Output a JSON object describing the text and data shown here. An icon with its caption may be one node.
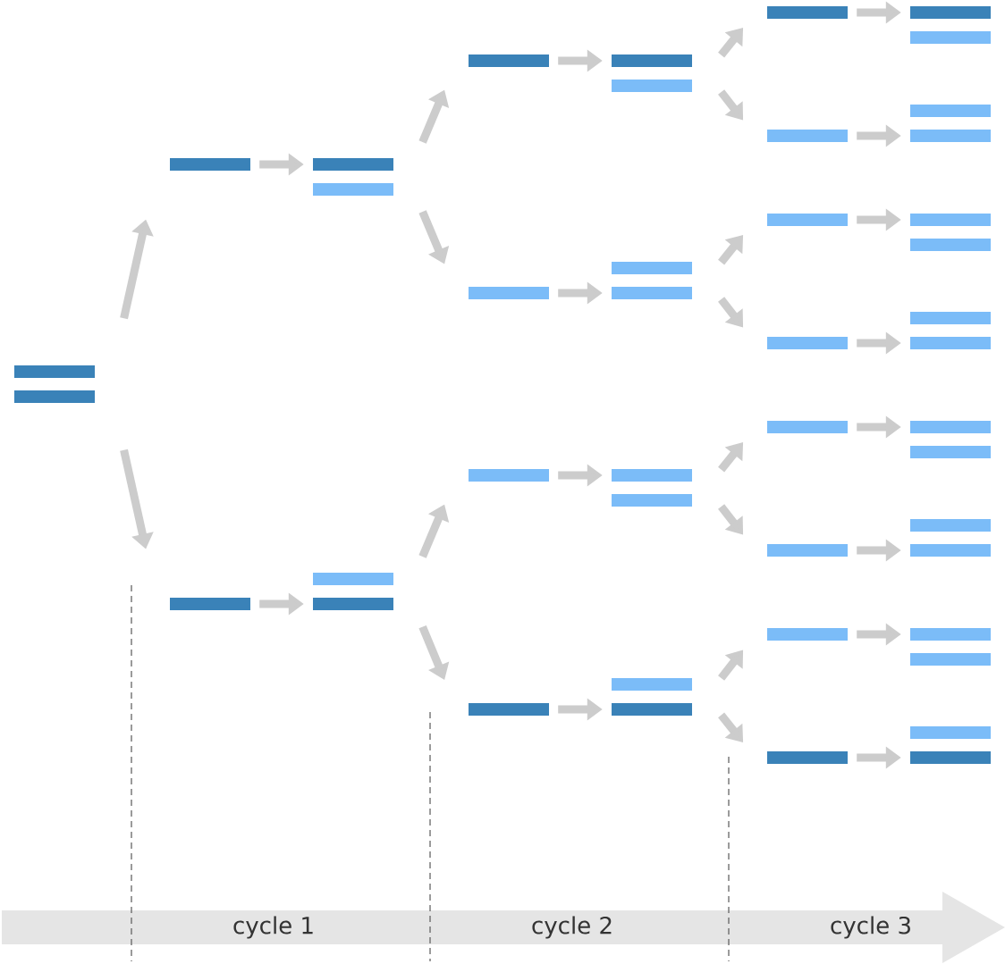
{
  "diagram": {
    "nodes": [
      {
        "text": [],
        "shape": "bar"
      },
      {
        "text": [],
        "shape": "bar"
      },
      {
        "text": [],
        "shape": "bar"
      },
      {
        "text": [],
        "shape": "bar"
      },
      {
        "text": [],
        "shape": "bar"
      },
      {
        "text": [],
        "shape": "bar"
      },
      {
        "text": [],
        "shape": "bar"
      },
      {
        "text": [],
        "shape": "bar"
      },
      {
        "text": [],
        "shape": "bar"
      },
      {
        "text": [],
        "shape": "bar"
      },
      {
        "text": [],
        "shape": "bar"
      },
      {
        "text": [],
        "shape": "bar"
      },
      {
        "text": [],
        "shape": "bar"
      },
      {
        "text": [],
        "shape": "bar"
      },
      {
        "text": [],
        "shape": "bar"
      },
      {
        "text": [],
        "shape": "bar"
      },
      {
        "text": [],
        "shape": "bar"
      },
      {
        "text": [],
        "shape": "bar"
      },
      {
        "text": [],
        "shape": "bar"
      },
      {
        "text": [],
        "shape": "bar"
      },
      {
        "text": [],
        "shape": "bar"
      },
      {
        "text": [],
        "shape": "bar"
      },
      {
        "text": [],
        "shape": "bar"
      },
      {
        "text": [],
        "shape": "bar"
      },
      {
        "text": [],
        "shape": "bar"
      },
      {
        "text": [],
        "shape": "bar"
      },
      {
        "text": [],
        "shape": "bar"
      },
      {
        "text": [],
        "shape": "bar"
      },
      {
        "text": [],
        "shape": "bar"
      }
    ],
    "edges": [
      {
        "from": 0,
        "to": 1,
        "arrow": "to"
      },
      {
        "from": 0,
        "to": 2,
        "arrow": "to"
      },
      {
        "from": 1,
        "to": 3,
        "arrow": "to"
      },
      {
        "from": 2,
        "to": 4,
        "arrow": "to"
      },
      {
        "from": 3,
        "to": 5,
        "arrow": "to"
      },
      {
        "from": 3,
        "to": 6,
        "arrow": "to"
      },
      {
        "from": 4,
        "to": 7,
        "arrow": "to"
      },
      {
        "from": 4,
        "to": 8,
        "arrow": "to"
      },
      {
        "from": 5,
        "to": 9,
        "arrow": "to"
      },
      {
        "from": 6,
        "to": 10,
        "arrow": "to"
      },
      {
        "from": 7,
        "to": 11,
        "arrow": "to"
      },
      {
        "from": 8,
        "to": 12,
        "arrow": "to"
      },
      {
        "from": 9,
        "to": 13,
        "arrow": "to"
      },
      {
        "from": 9,
        "to": 14,
        "arrow": "to"
      },
      {
        "from": 10,
        "to": 15,
        "arrow": "to"
      },
      {
        "from": 10,
        "to": 16,
        "arrow": "to"
      },
      {
        "from": 11,
        "to": 17,
        "arrow": "to"
      },
      {
        "from": 11,
        "to": 18,
        "arrow": "to"
      },
      {
        "from": 12,
        "to": 19,
        "arrow": "to"
      },
      {
        "from": 12,
        "to": 20,
        "arrow": "to"
      },
      {
        "from": 13,
        "to": 21,
        "arrow": "to"
      },
      {
        "from": 14,
        "to": 22,
        "arrow": "to"
      },
      {
        "from": 15,
        "to": 23,
        "arrow": "to"
      },
      {
        "from": 16,
        "to": 24,
        "arrow": "to"
      },
      {
        "from": 17,
        "to": 25,
        "arrow": "to"
      },
      {
        "from": 18,
        "to": 26,
        "arrow": "to"
      },
      {
        "from": 19,
        "to": 27,
        "arrow": "to"
      },
      {
        "from": 20,
        "to": 28,
        "arrow": "to"
      }
    ],
    "labels": [
      "cycle 1",
      "cycle 2",
      "cycle 3"
    ]
  }
}
